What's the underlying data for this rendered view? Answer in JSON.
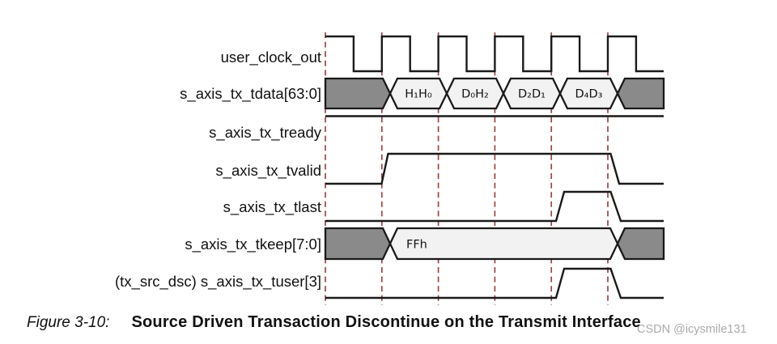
{
  "figure": {
    "caption_label": "Figure 3-10:",
    "caption_title": "Source Driven Transaction Discontinue on the Transmit Interface"
  },
  "watermark": "CSDN @icysmile131",
  "colors": {
    "bus_gray": "#8a8a8a",
    "bus_light": "#f2f2f2",
    "wave": "#1a1a1a",
    "dash": "#9a4747",
    "watermark": "#9c9c9c"
  },
  "diagram": {
    "type": "timing-waveform",
    "clock_edge_count": 6,
    "signals": [
      {
        "name": "user_clock_out",
        "kind": "clock"
      },
      {
        "name": "s_axis_tx_tdata[63:0]",
        "kind": "bus",
        "values": [
          "H₁H₀",
          "D₀H₂",
          "D₂D₁",
          "D₄D₃"
        ],
        "note": "unknown (gray) before first and after last labeled beat"
      },
      {
        "name": "s_axis_tx_tready",
        "kind": "signal",
        "state": "high throughout"
      },
      {
        "name": "s_axis_tx_tvalid",
        "kind": "signal",
        "state": "rises at 2nd clock edge, falls after last beat"
      },
      {
        "name": "s_axis_tx_tlast",
        "kind": "signal",
        "state": "single-cycle pulse on last beat"
      },
      {
        "name": "s_axis_tx_tkeep[7:0]",
        "kind": "bus",
        "values": [
          "FFh"
        ],
        "note": "unknown (gray) before and after valid window"
      },
      {
        "name": "(tx_src_dsc) s_axis_tx_tuser[3]",
        "kind": "signal",
        "state": "single-cycle pulse on last beat"
      }
    ]
  }
}
